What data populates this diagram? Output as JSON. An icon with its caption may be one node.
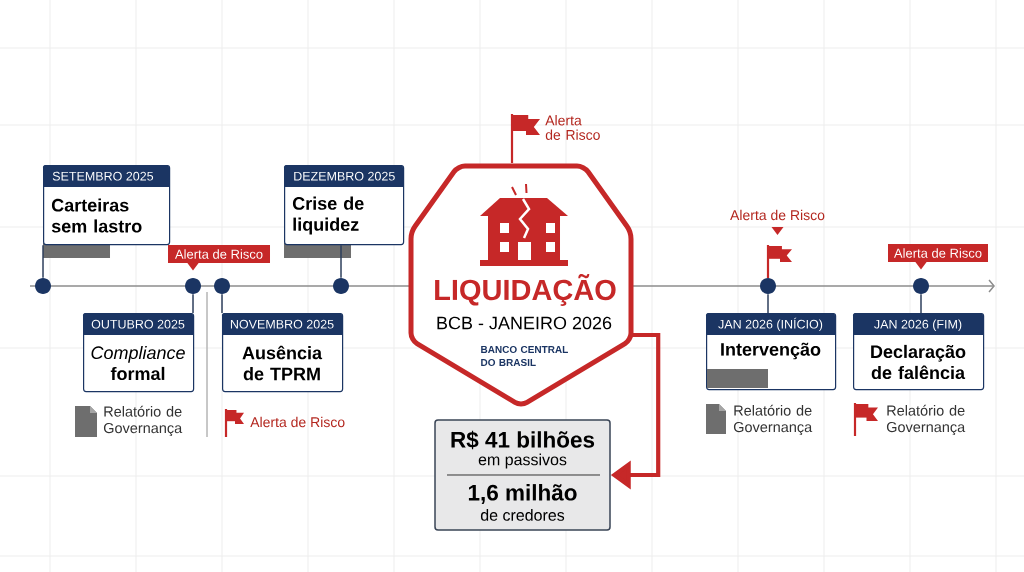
{
  "diagram": {
    "nodes": [
      {
        "text": [
          "SETEMBRO 2025",
          "Carteiras sem lastro"
        ]
      },
      {
        "text": [
          "OUTUBRO 2025",
          "*Compliance* **formal**"
        ],
        "beside": [
          "Relatório de Governança"
        ]
      },
      {
        "text": [
          "NOVEMBRO 2025",
          "Ausência de TPRM"
        ],
        "beside": [
          "Alerta de Risco"
        ]
      },
      {
        "text": [
          "DEZEMBRO 2025",
          "Crise de liquidez"
        ]
      },
      {
        "text": [
          "LIQUIDAÇÃO",
          "BCB - JANEIRO 2026",
          "BANCO CENTRAL DO BRASIL"
        ],
        "beside": [
          "Alerta de Risco"
        ]
      },
      {
        "text": [
          "R$ 41 bilhões",
          "em passivos",
          "1,6 milhão",
          "de credores"
        ]
      },
      {
        "text": [
          "JAN 2026 (INÍCIO)",
          "Intervenção"
        ],
        "beside": [
          "Relatório de Governança"
        ]
      },
      {
        "text": [
          "JAN 2026 (FIM)",
          "Declaração de falência"
        ],
        "beside": [
          "Relatório de Governança"
        ]
      },
      {
        "text": [],
        "shape": "circle"
      },
      {
        "text": [],
        "shape": "circle"
      },
      {
        "text": [],
        "shape": "circle"
      },
      {
        "text": [],
        "shape": "circle"
      },
      {
        "text": [],
        "shape": "circle"
      },
      {
        "text": [],
        "shape": "circle"
      },
      {
        "text": [
          "Alerta de Risco"
        ]
      },
      {
        "text": [
          "Alerta de Risco"
        ]
      }
    ],
    "edges": [
      {
        "from": 8,
        "to": 0,
        "arrow": "none"
      },
      {
        "from": 9,
        "to": 1,
        "arrow": "none"
      },
      {
        "from": 10,
        "to": 2,
        "arrow": "none"
      },
      {
        "from": 11,
        "to": 3,
        "arrow": "none"
      },
      {
        "from": 4,
        "to": 5,
        "arrow": "to",
        "style": "thick",
        "color": "#c62828"
      },
      {
        "from": 12,
        "to": 6,
        "arrow": "none"
      },
      {
        "from": 13,
        "to": 7,
        "arrow": "none"
      }
    ],
    "labels": [
      "Alerta de Risco"
    ]
  }
}
